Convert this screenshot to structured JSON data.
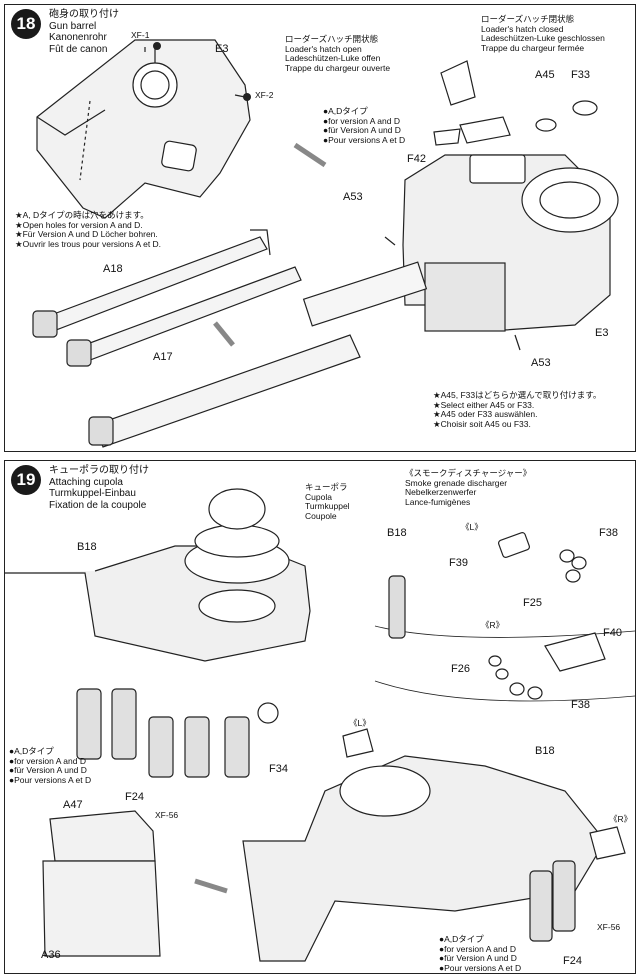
{
  "step18": {
    "number": "18",
    "title_jp": "砲身の取り付け",
    "title_en": "Gun barrel",
    "title_de": "Kanonenrohr",
    "title_fr": "Fût de canon",
    "labels": {
      "xf1": "XF-1",
      "e3_top": "E3",
      "xf2": "XF-2",
      "a18": "A18",
      "a17": "A17",
      "f42": "F42",
      "a53_top": "A53",
      "a45": "A45",
      "f33": "F33",
      "e3_right": "E3",
      "a53_bottom": "A53"
    },
    "note_holes": [
      "★A, Dタイプの時は穴をあけます。",
      "★Open holes for version A and D.",
      "★Für Version A und D Löcher bohren.",
      "★Ouvrir les trous pour versions A et D."
    ],
    "hatch_open": [
      "ローダーズハッチ開状態",
      "Loader's hatch open",
      "Ladeschützen-Luke offen",
      "Trappe du chargeur ouverte"
    ],
    "hatch_closed": [
      "ローダーズハッチ閉状態",
      "Loader's hatch closed",
      "Ladeschützen-Luke geschlossen",
      "Trappe du chargeur fermée"
    ],
    "version_ad": [
      "●A,Dタイプ",
      "●for version A and D",
      "●für Version A und D",
      "●Pour versions A et D"
    ],
    "note_select": [
      "★A45, F33はどちらか選んで取り付けます。",
      "★Select either A45 or F33.",
      "★A45 oder F33 auswählen.",
      "★Choisir soit A45 ou F33."
    ]
  },
  "step19": {
    "number": "19",
    "title_jp": "キューポラの取り付け",
    "title_en": "Attaching cupola",
    "title_de": "Turmkuppel-Einbau",
    "title_fr": "Fixation de la coupole",
    "cupola": [
      "キューポラ",
      "Cupola",
      "Turmkuppel",
      "Coupole"
    ],
    "smoke": [
      "《スモークディスチャージャー》",
      "Smoke grenade discharger",
      "Nebelkerzenwerfer",
      "Lance-fumigènes"
    ],
    "labels": {
      "b18_left": "B18",
      "b18_mid": "B18",
      "b18_bottom": "B18",
      "f34": "F34",
      "f24_left": "F24",
      "xf56_left": "XF-56",
      "a47": "A47",
      "a36": "A36",
      "L1": "《L》",
      "R1": "《R》",
      "L2": "《L》",
      "R2": "《R》",
      "f38_top": "F38",
      "f39": "F39",
      "f25": "F25",
      "f40": "F40",
      "f26": "F26",
      "f38_bottom": "F38",
      "f24_right": "F24",
      "xf56_right": "XF-56"
    },
    "version_ad_left": [
      "●A,Dタイプ",
      "●for version A and D",
      "●für Version A und D",
      "●Pour versions A et D"
    ],
    "version_ad_right": [
      "●A,Dタイプ",
      "●for version A and D",
      "●für Version A und D",
      "●Pour versions A et D"
    ]
  }
}
